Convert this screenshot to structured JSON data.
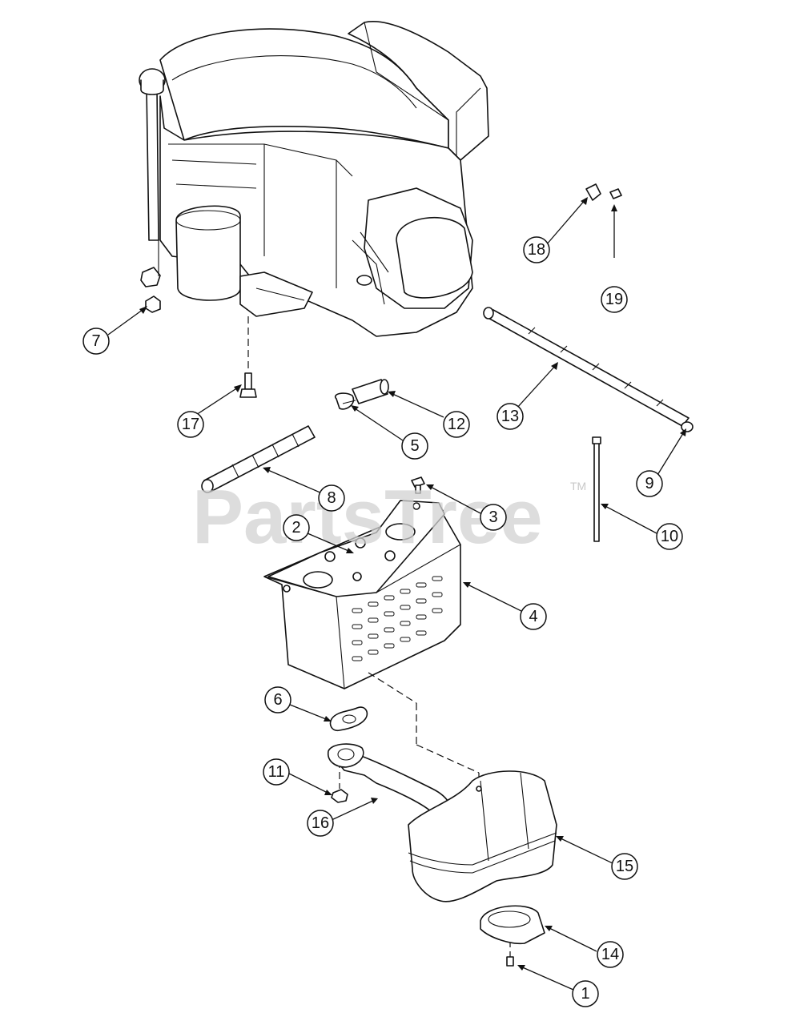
{
  "watermark": {
    "text": "PartsTree",
    "tm": "TM"
  },
  "callouts": [
    {
      "id": "1",
      "label": "1"
    },
    {
      "id": "2",
      "label": "2"
    },
    {
      "id": "3",
      "label": "3"
    },
    {
      "id": "4",
      "label": "4"
    },
    {
      "id": "5",
      "label": "5"
    },
    {
      "id": "6",
      "label": "6"
    },
    {
      "id": "7",
      "label": "7"
    },
    {
      "id": "8",
      "label": "8"
    },
    {
      "id": "9",
      "label": "9"
    },
    {
      "id": "10",
      "label": "10"
    },
    {
      "id": "11",
      "label": "11"
    },
    {
      "id": "12",
      "label": "12"
    },
    {
      "id": "13",
      "label": "13"
    },
    {
      "id": "14",
      "label": "14"
    },
    {
      "id": "15",
      "label": "15"
    },
    {
      "id": "16",
      "label": "16"
    },
    {
      "id": "17",
      "label": "17"
    },
    {
      "id": "18",
      "label": "18"
    },
    {
      "id": "19",
      "label": "19"
    }
  ],
  "colors": {
    "line": "#111111",
    "background": "#ffffff",
    "watermark": "#d2d2d2"
  }
}
